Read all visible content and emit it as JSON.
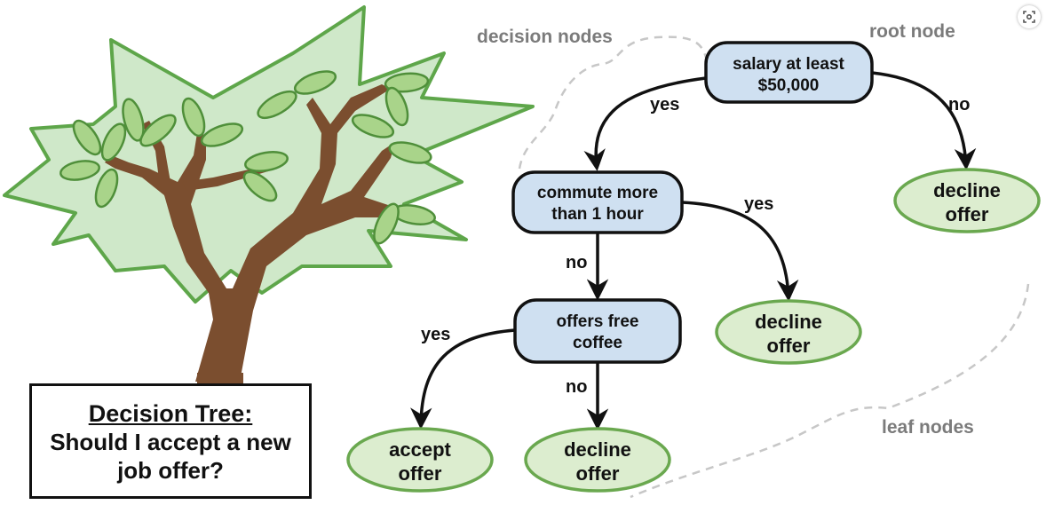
{
  "title": {
    "line1": "Decision Tree:",
    "line2": "Should I accept a new",
    "line3": "job offer?"
  },
  "annotations": {
    "root": "root node",
    "decision": "decision nodes",
    "leaf": "leaf nodes"
  },
  "nodes": {
    "salary": {
      "line1": "salary at least",
      "line2": "$50,000"
    },
    "commute": {
      "line1": "commute more",
      "line2": "than 1 hour"
    },
    "coffee": {
      "line1": "offers free",
      "line2": "coffee"
    }
  },
  "leaves": {
    "decline_top": {
      "line1": "decline",
      "line2": "offer"
    },
    "decline_mid": {
      "line1": "decline",
      "line2": "offer"
    },
    "accept": {
      "line1": "accept",
      "line2": "offer"
    },
    "decline_bottom": {
      "line1": "decline",
      "line2": "offer"
    }
  },
  "edges": {
    "salary_yes": "yes",
    "salary_no": "no",
    "commute_yes": "yes",
    "commute_no": "no",
    "coffee_yes": "yes",
    "coffee_no": "no"
  },
  "colors": {
    "decision_fill": "#cfe0f1",
    "leaf_fill": "#dcedcf",
    "leaf_stroke": "#6aa84f",
    "canopy_fill": "#cfe8c9",
    "canopy_stroke": "#5ea64a",
    "trunk": "#7b4e2f",
    "annotation": "#7b7b7b"
  },
  "icons": {
    "corner": "screen-capture-icon"
  }
}
